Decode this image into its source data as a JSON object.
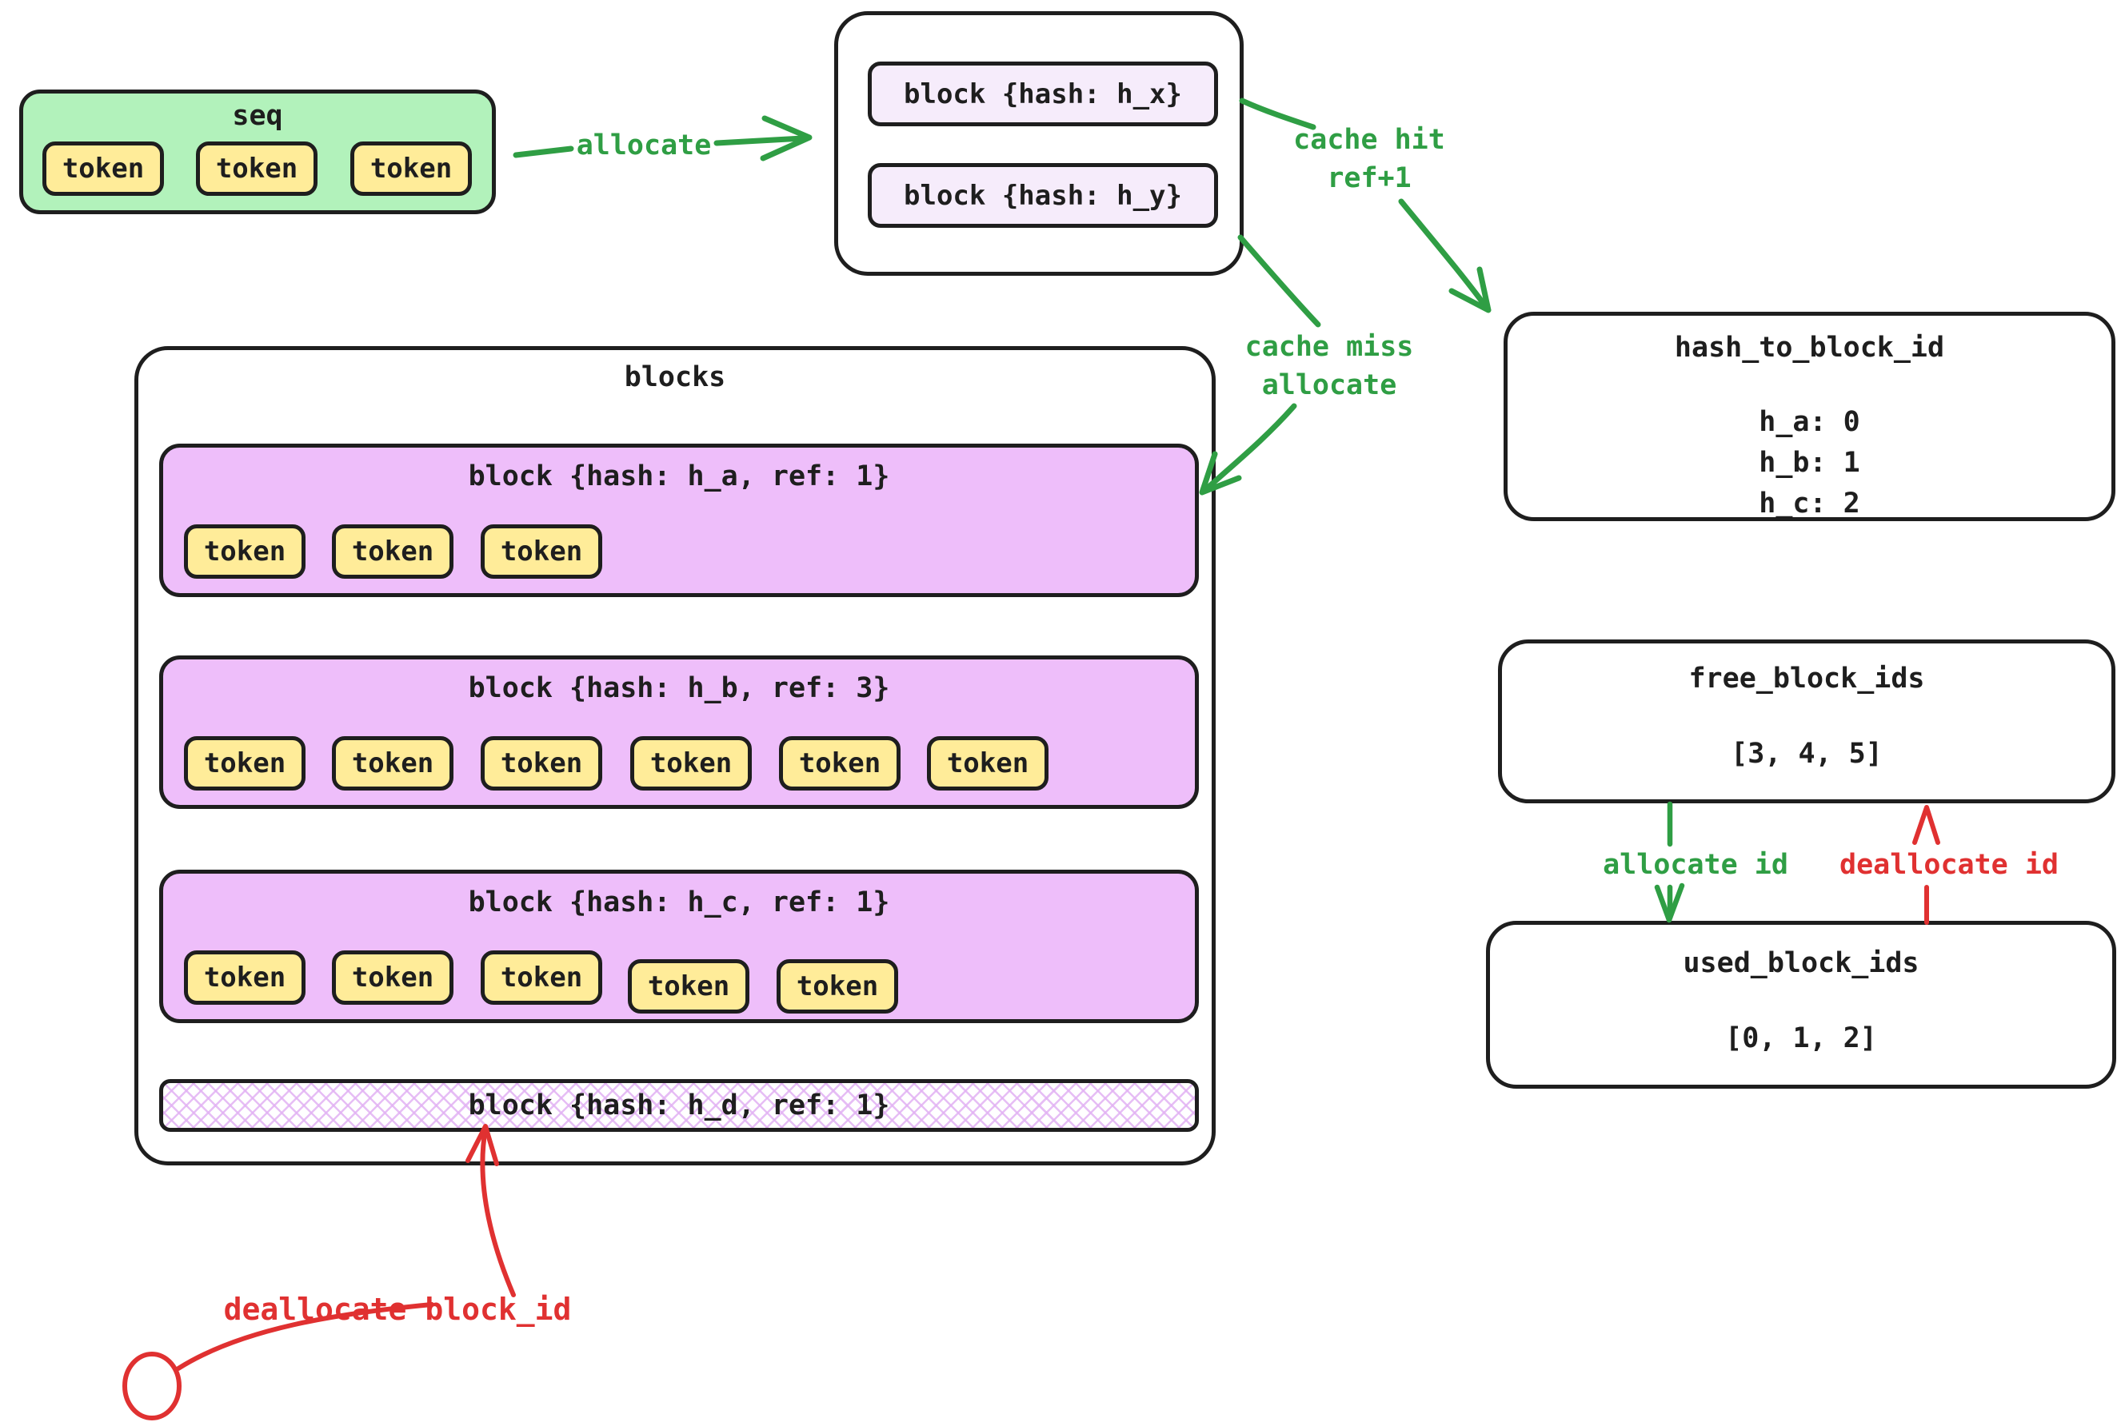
{
  "labels": {
    "token": "token"
  },
  "seq": {
    "title": "seq"
  },
  "staging": {
    "blocks": [
      {
        "label": "block {hash: h_x}"
      },
      {
        "label": "block {hash: h_y}"
      }
    ]
  },
  "blocks_panel": {
    "title": "blocks",
    "items": [
      {
        "label": "block {hash: h_a, ref: 1}",
        "token_count": 3
      },
      {
        "label": "block {hash: h_b, ref: 3}",
        "token_count": 6
      },
      {
        "label": "block {hash: h_c, ref: 1}",
        "token_count": 5
      },
      {
        "label": "block {hash: h_d, ref: 1}",
        "token_count": 0,
        "style": "crosshatch"
      }
    ]
  },
  "hash_map": {
    "title": "hash_to_block_id",
    "entries": [
      "h_a: 0",
      "h_b: 1",
      "h_c: 2"
    ]
  },
  "free_ids": {
    "title": "free_block_ids",
    "value": "[3, 4, 5]"
  },
  "used_ids": {
    "title": "used_block_ids",
    "value": "[0, 1, 2]"
  },
  "annotations": {
    "allocate": "allocate",
    "cache_hit": "cache hit\nref+1",
    "cache_miss": "cache miss\nallocate",
    "allocate_id": "allocate id",
    "deallocate_id": "deallocate id",
    "deallocate_block_id": "deallocate block_id"
  },
  "colors": {
    "green_fill": "#b2f2bb",
    "yellow_fill": "#ffec99",
    "purple_fill": "#eebefa",
    "lavender_fill": "#f6ecfb",
    "green_stroke": "#2f9e44",
    "red_stroke": "#e03131",
    "ink": "#1e1e1e"
  }
}
